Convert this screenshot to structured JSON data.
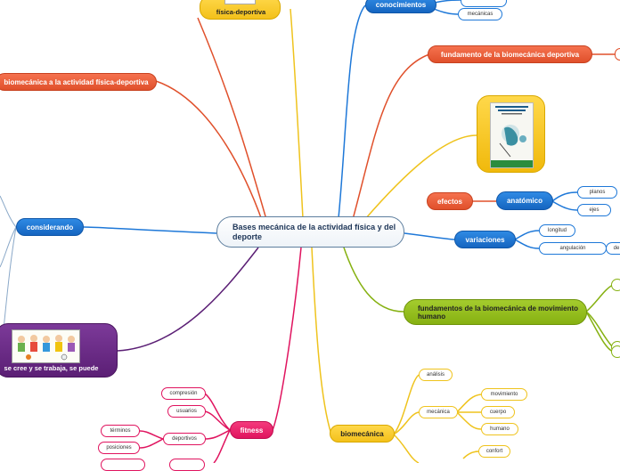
{
  "central": {
    "title": "Bases mecánica de la actividad física y del deporte"
  },
  "branches": {
    "top_yellow": "física-deportiva",
    "conocimientos": "conocimientos",
    "mecanicas": "mecánicas",
    "fundamento": "fundamento de la biomecánica deportiva",
    "biomecanica_actividad": "biomecánica a la actividad física-deportiva",
    "efectos": "efectos",
    "anatomico": "anatómico",
    "planos": "planos",
    "ejes": "ejes",
    "considerando": "considerando",
    "variaciones": "variaciones",
    "longitud": "longitud",
    "angulacion": "angulación",
    "de": "de",
    "fundamentos_mov": "fundamentos de la biomecánica de movimiento humano",
    "kids_caption": "se cree y se trabaja, se puede",
    "book_title": "FUNDAMENTOS DE LA BIOMECÁNICA DEPORTIVA",
    "analisis": "análisis",
    "mecanica": "mecánica",
    "movimiento": "movimiento",
    "cuerpo": "cuerpo",
    "humano": "humano",
    "biomecanica": "biomecánica",
    "confort": "confort",
    "compresion": "compresión",
    "usuarios": "usuarios",
    "terminos": "términos",
    "deportivos": "deportivos",
    "posiciones": "posiciones",
    "fitness": "fitness"
  },
  "colors": {
    "orange": "#e0502b",
    "blue": "#1565c0",
    "yellow": "#f3c11b",
    "green": "#86b111",
    "pink": "#e0145f",
    "purple": "#5b1f75"
  }
}
